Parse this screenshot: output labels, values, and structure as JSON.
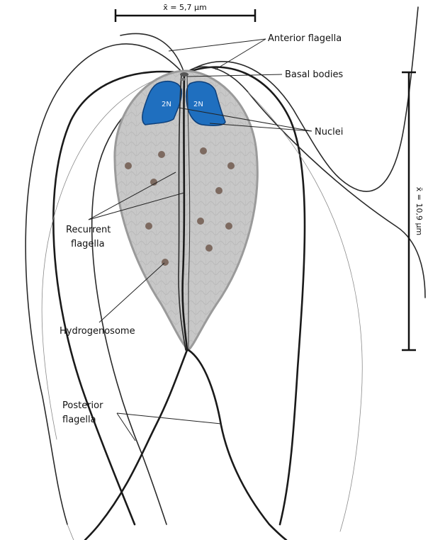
{
  "labels": {
    "anterior_flagella": "Anterior flagella",
    "basal_bodies": "Basal bodies",
    "nuclei": "Nuclei",
    "recurrent_flagella_line1": "Recurrent",
    "recurrent_flagella_line2": "flagella",
    "hydrogenosome": "Hydrogenosome",
    "posterior_flagella_line1": "Posterior",
    "posterior_flagella_line2": "flagella"
  },
  "nuclei": {
    "left_label": "2N",
    "right_label": "2N",
    "color": "#1f6fbf"
  },
  "scale_bars": {
    "width_label": "x̄ = 5,7 µm",
    "length_label": "x̄ = 10,9 µm"
  },
  "colors": {
    "cell_body": "#c8c8c8",
    "cell_outline": "#9a9a9a",
    "hydrogenosome": "#7d6a60",
    "flagella": "#1a1a1a"
  }
}
